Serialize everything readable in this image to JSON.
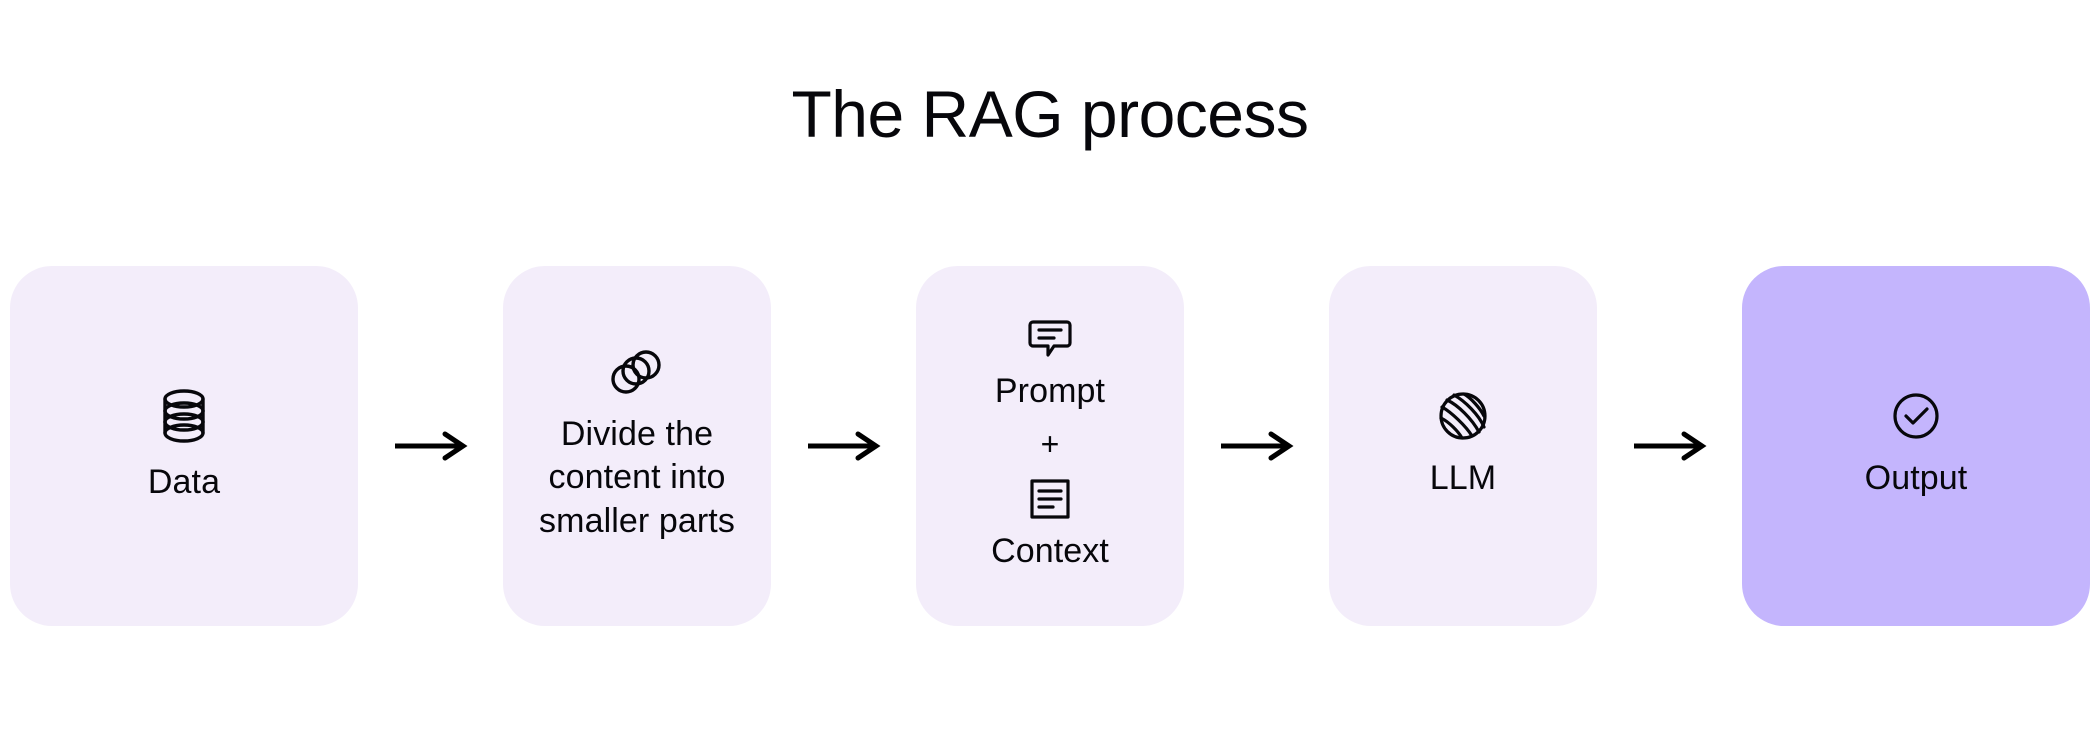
{
  "title": "The RAG process",
  "colors": {
    "background": "#ffffff",
    "card_fill": "#f3edfa",
    "card_fill_accent": "#c4b5fd",
    "text": "#07070b",
    "arrow": "#000000"
  },
  "flow": {
    "arrow_label": "arrow-right",
    "steps": [
      {
        "id": "data",
        "label": "Data",
        "icon": "database-icon",
        "accent": false
      },
      {
        "id": "divide",
        "label": "Divide the content into smaller parts",
        "icon": "overlapping-circles-icon",
        "accent": false
      },
      {
        "id": "prompt-context",
        "label": "",
        "icon": "",
        "accent": false,
        "parts": [
          {
            "label": "Prompt",
            "icon": "chat-bubble-icon"
          },
          {
            "label": "Context",
            "icon": "document-lines-icon"
          }
        ],
        "operator": "+"
      },
      {
        "id": "llm",
        "label": "LLM",
        "icon": "striped-sphere-icon",
        "accent": false
      },
      {
        "id": "output",
        "label": "Output",
        "icon": "check-circle-icon",
        "accent": true
      }
    ]
  }
}
